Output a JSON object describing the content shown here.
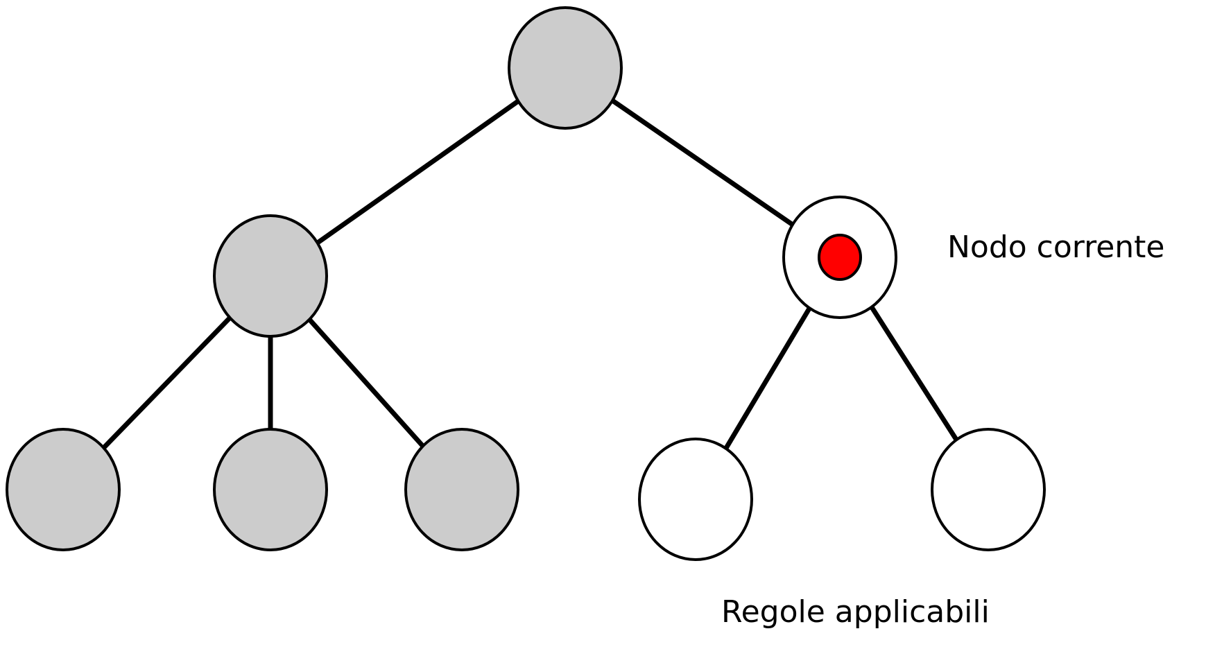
{
  "diagram": {
    "labels": {
      "current_node": "Nodo corrente",
      "applicable_rules": "Regole applicabili"
    },
    "nodes": [
      {
        "id": "root",
        "state": "visited"
      },
      {
        "id": "left-child",
        "state": "visited"
      },
      {
        "id": "current",
        "state": "current"
      },
      {
        "id": "leaf-1",
        "state": "visited"
      },
      {
        "id": "leaf-2",
        "state": "visited"
      },
      {
        "id": "leaf-3",
        "state": "visited"
      },
      {
        "id": "rule-1",
        "state": "unvisited"
      },
      {
        "id": "rule-2",
        "state": "unvisited"
      }
    ],
    "edges": [
      [
        "root",
        "left-child"
      ],
      [
        "root",
        "current"
      ],
      [
        "left-child",
        "leaf-1"
      ],
      [
        "left-child",
        "leaf-2"
      ],
      [
        "left-child",
        "leaf-3"
      ],
      [
        "current",
        "rule-1"
      ],
      [
        "current",
        "rule-2"
      ]
    ],
    "colors": {
      "visited_fill": "#cccccc",
      "unvisited_fill": "#ffffff",
      "current_marker": "#ff0000",
      "stroke": "#000000"
    }
  }
}
